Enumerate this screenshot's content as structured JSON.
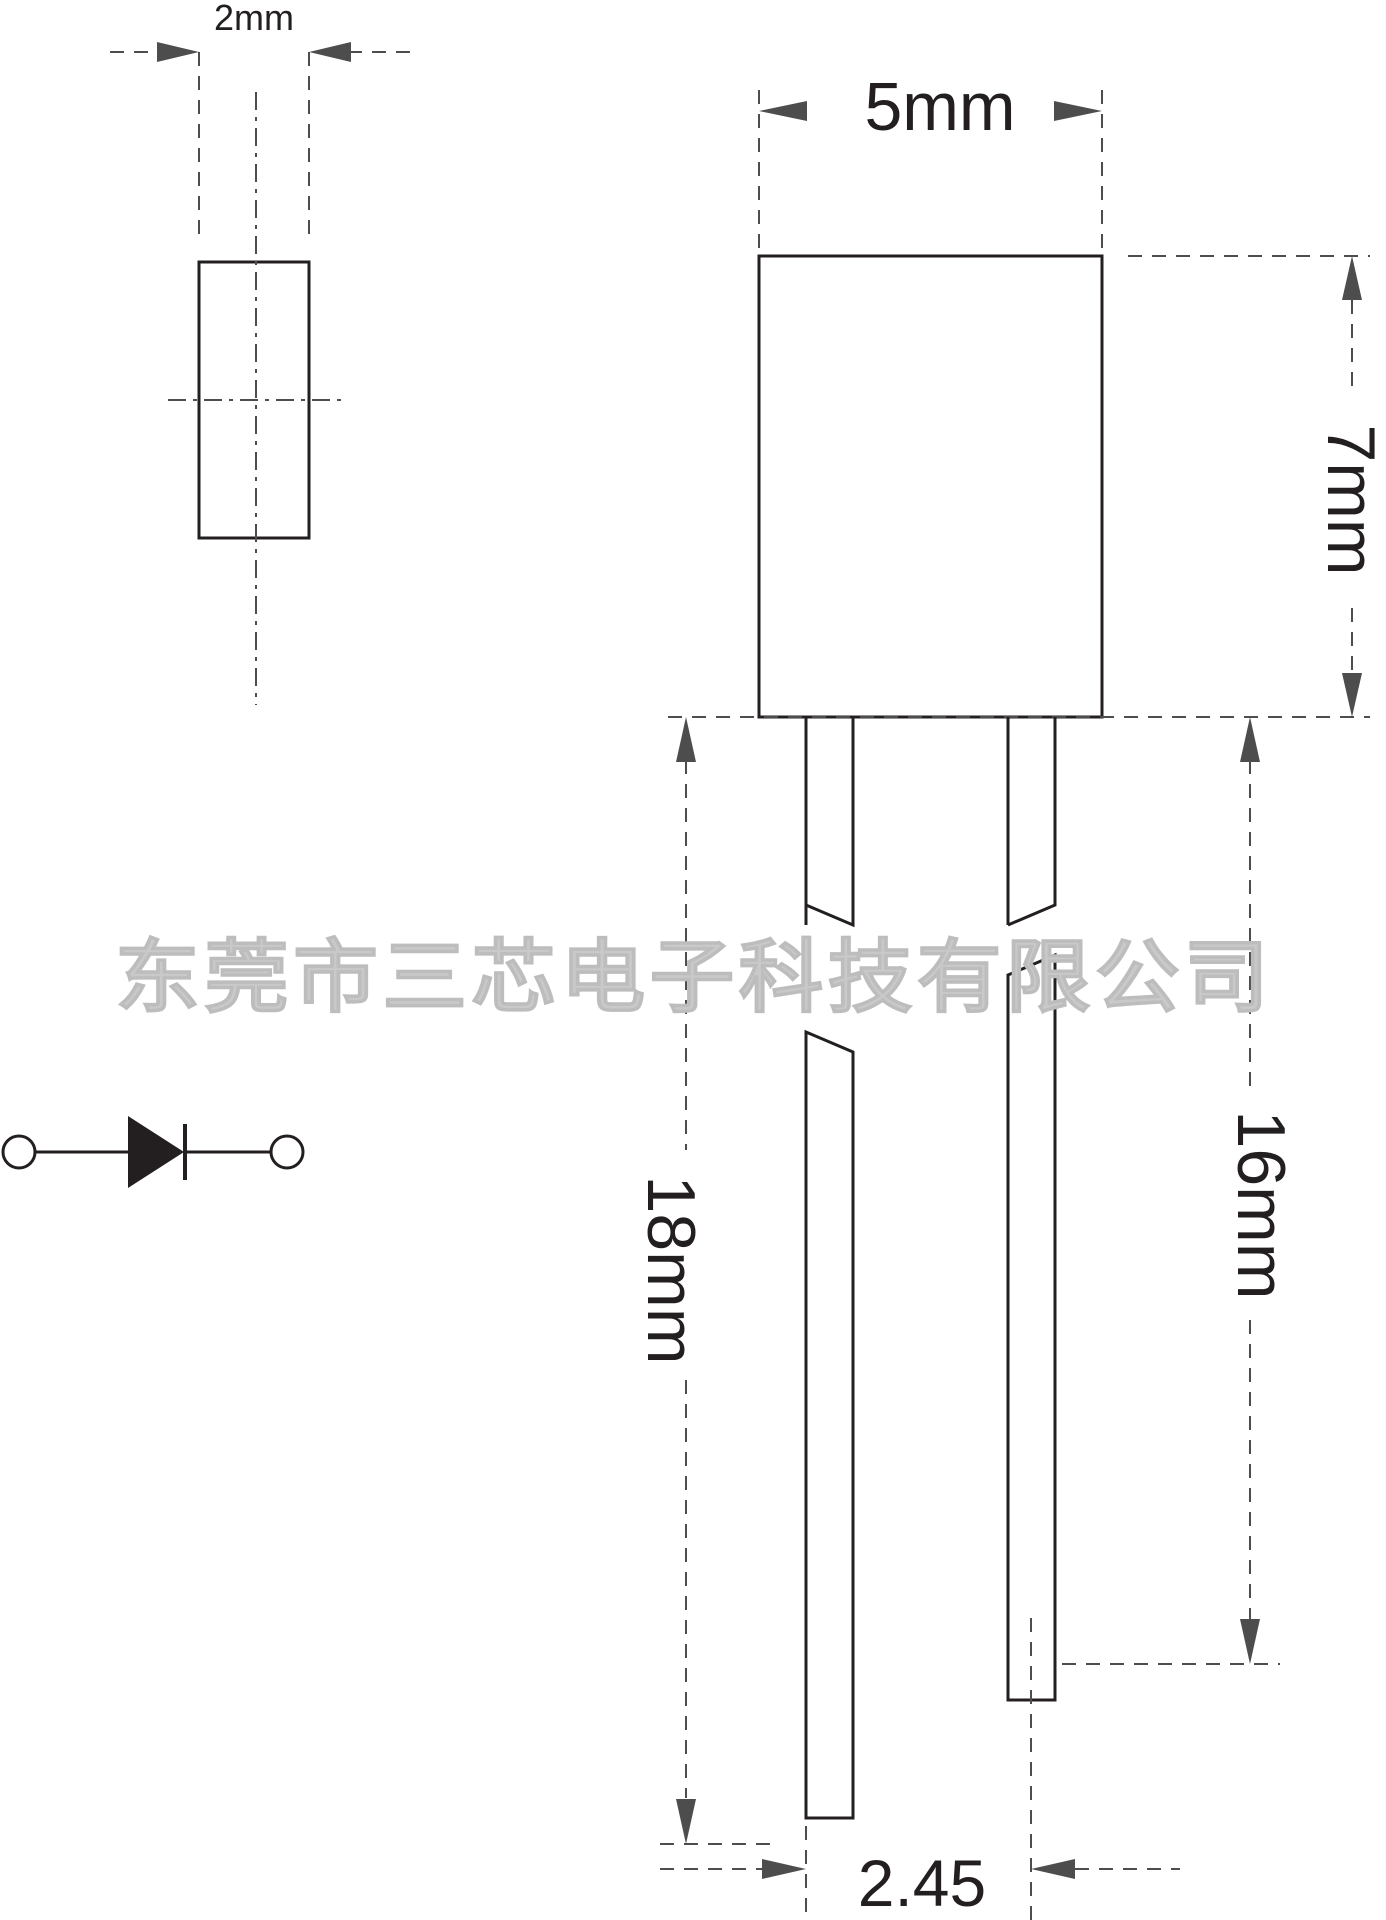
{
  "dimensions": {
    "side_width": "2mm",
    "body_width": "5mm",
    "body_height": "7mm",
    "long_lead": "18mm",
    "short_lead": "16mm",
    "lead_pitch": "2.45"
  },
  "watermark": "东莞市三芯电子科技有限公司",
  "symbol": {
    "icon": "diode-symbol-icon"
  },
  "colors": {
    "line": "#231f20",
    "dimension": "#4d4d4d",
    "watermark": "#c9c9c9"
  }
}
